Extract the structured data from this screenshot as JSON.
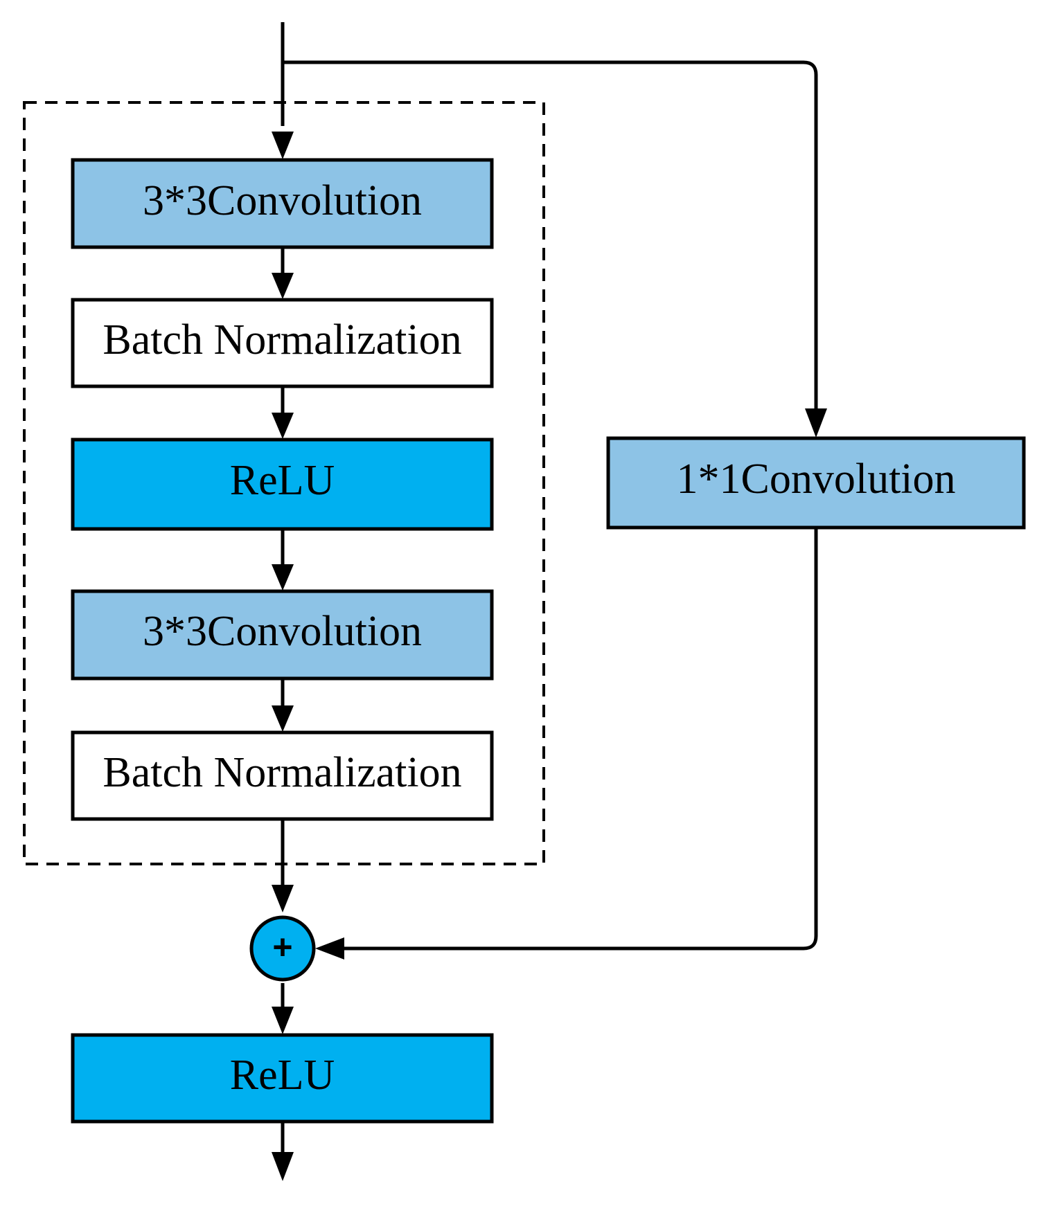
{
  "colors": {
    "conv_fill": "#8dc3e6",
    "relu_fill": "#00b0f0",
    "bn_fill": "#ffffff",
    "add_fill": "#00b0f0",
    "stroke": "#000000"
  },
  "blocks": {
    "conv1": {
      "label": "3*3Convolution"
    },
    "bn1": {
      "label": "Batch Normalization"
    },
    "relu1": {
      "label": "ReLU"
    },
    "conv2": {
      "label": "3*3Convolution"
    },
    "bn2": {
      "label": "Batch Normalization"
    },
    "relu_out": {
      "label": "ReLU"
    },
    "shortcut_conv": {
      "label": "1*1Convolution"
    }
  },
  "add_node": {
    "symbol": "+"
  }
}
